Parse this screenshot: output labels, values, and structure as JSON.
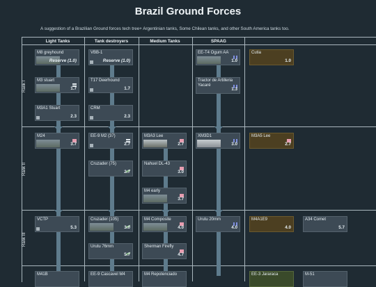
{
  "page": {
    "title": "Brazil Ground Forces",
    "subtitle": "A suggestion of a Brazilian Ground forces tech tree+ Argentinian tanks, Some Chilean tanks, and other South America tanks too."
  },
  "columns": [
    "Light Tanks",
    "Tank destroyers",
    "Medium Tanks",
    "SPAAG"
  ],
  "ranks": [
    "Rank I",
    "Rank II",
    "Rank III"
  ],
  "colors": {
    "card": "#3d4a55",
    "premium": "#4c3f21",
    "connector": "#5e7b8c",
    "background": "#1f2b33"
  },
  "cards": [
    {
      "name": "M8 greyhound",
      "br": "Reserve (1.0)",
      "reserve": true,
      "icon": "none"
    },
    {
      "name": "M3 stuart",
      "br": "1.7",
      "icon": "rank-icon"
    },
    {
      "name": "M3A1 Stuart",
      "br": "2.3",
      "icon": "none"
    },
    {
      "name": "VBB-1",
      "br": "Reserve (1.0)",
      "reserve": true,
      "icon": "none"
    },
    {
      "name": "T17 Deerhound",
      "br": "1.7",
      "icon": "none"
    },
    {
      "name": "CRM",
      "br": "2.3",
      "icon": "none"
    },
    {
      "name": "EE-T4 Ogum AA",
      "br": "1.0",
      "icon": "spaa-icon"
    },
    {
      "name": "Tractor de Artilleria Yacaré",
      "br": "1.3",
      "icon": "spaa-icon"
    },
    {
      "name": "Cutia",
      "br": "1.0",
      "premium": true
    },
    {
      "name": "M24",
      "br": "3.7",
      "icon": "flag-icon"
    },
    {
      "name": "EE-9 M2 (37)",
      "br": "2.7",
      "icon": "rank-icon"
    },
    {
      "name": "Cruzader (75)",
      "br": "2.7",
      "icon": "td-icon"
    },
    {
      "name": "M3A3 Lee",
      "br": "2.7",
      "icon": "flag-icon"
    },
    {
      "name": "Nahuel DL-43",
      "br": "3.0",
      "icon": "flag-icon"
    },
    {
      "name": "M4 early",
      "br": "3.7",
      "icon": "flag-icon"
    },
    {
      "name": "XM3D1",
      "br": "3.0",
      "icon": "spaa-icon"
    },
    {
      "name": "M3A5 Lee",
      "br": "2.7",
      "premium": true,
      "icon": "flag-icon"
    },
    {
      "name": "VCTP",
      "br": "5.3",
      "icon": "none"
    },
    {
      "name": "Cruzader (105)",
      "br": "3.0",
      "icon": "td-icon"
    },
    {
      "name": "Urutu 76mm",
      "br": "5.7",
      "icon": "td-icon"
    },
    {
      "name": "M4 Composite",
      "br": "4.0",
      "icon": "flag-icon"
    },
    {
      "name": "Sherman Firefly",
      "br": "4.7",
      "icon": "flag-icon"
    },
    {
      "name": "Urutu 20mm",
      "br": "4.0",
      "icon": "spaa-icon"
    },
    {
      "name": "M4A1E9",
      "br": "4.0",
      "premium": true
    },
    {
      "name": "A34 Comet",
      "br": "5.7",
      "icon": "none"
    },
    {
      "name": "M41B",
      "br": "",
      "icon": "none"
    },
    {
      "name": "EE-9 Cascavel M4",
      "br": "",
      "icon": "none"
    },
    {
      "name": "M4 Repotenciado",
      "br": "",
      "icon": "none"
    },
    {
      "name": "EE-3 Jararaca",
      "br": "",
      "premium": true
    },
    {
      "name": "M-51",
      "br": "",
      "icon": "none"
    }
  ]
}
